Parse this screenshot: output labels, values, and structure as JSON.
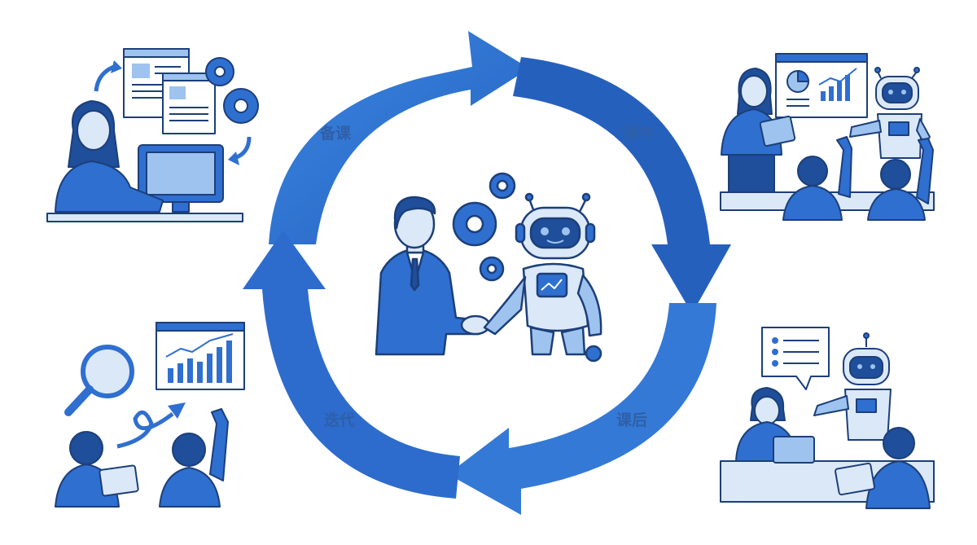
{
  "cycle": {
    "stages": [
      {
        "key": "prep",
        "label": "备课"
      },
      {
        "key": "in_class",
        "label": "课中"
      },
      {
        "key": "after_class",
        "label": "课后"
      },
      {
        "key": "iterate",
        "label": "迭代"
      }
    ]
  },
  "colors": {
    "primary": "#2f6fd0",
    "dark": "#1f4e9a",
    "light": "#9ec3ee",
    "pale": "#dbe8f8",
    "outline": "#1c3f7a"
  }
}
